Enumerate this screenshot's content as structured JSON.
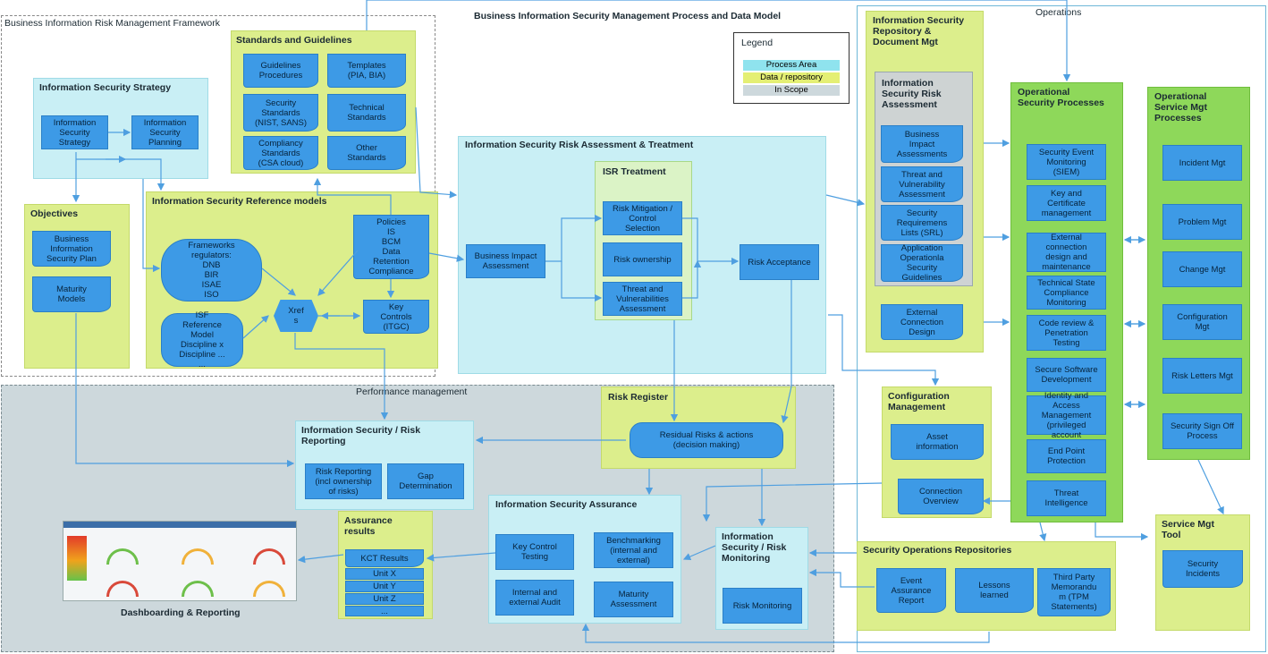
{
  "diagram_title": "Business Information Security Management Process and Data Model",
  "operations_label": "Operations",
  "framework_title": "Business Information Risk Management Framework",
  "legend": {
    "title": "Legend",
    "process_area": "Process Area",
    "data_repository": "Data / repository",
    "in_scope": "In Scope"
  },
  "standards": {
    "title": "Standards and Guidelines",
    "items": [
      "Guidelines\nProcedures",
      "Templates\n(PIA, BIA)",
      "Security\nStandards\n(NIST, SANS)",
      "Technical\nStandards",
      "Compliancy\nStandards\n(CSA cloud)",
      "Other\nStandards"
    ]
  },
  "strategy": {
    "title": "Information Security Strategy",
    "items": [
      "Information\nSecurity\nStrategy",
      "Information\nSecurity\nPlanning"
    ]
  },
  "objectives": {
    "title": "Objectives",
    "items": [
      "Business\nInformation\nSecurity Plan",
      "Maturity\nModels"
    ]
  },
  "reference": {
    "title": "Information Security Reference models",
    "frameworks": "Frameworks\nregulators:\nDNB\nBIR\nISAE\nISO",
    "policies": "Policies\nIS\nBCM\nData\nRetention\nCompliance",
    "xrefs": "Xref\ns",
    "isf": "ISF\nReference\nModel\nDiscipline x\nDiscipline ...\n...",
    "key_controls": "Key\nControls\n(ITGC)"
  },
  "assessment": {
    "title": "Information Security Risk Assessment & Treatment",
    "treatment_title": "ISR Treatment",
    "bia": "Business Impact\nAssessment",
    "mitigation": "Risk Mitigation /\nControl\nSelection",
    "ownership": "Risk ownership",
    "threat": "Threat and\nVulnerabilities\nAssessment",
    "acceptance": "Risk Acceptance"
  },
  "repository": {
    "title": "Information Security\nRepository &\nDocument Mgt",
    "sub_title": "Information\nSecurity Risk\nAssessment",
    "items": [
      "Business\nImpact\nAssessments",
      "Threat and\nVulnerability\nAssessment",
      "Security\nRequiremens\nLists (SRL)",
      "Application\nOperationla\nSecurity\nGuidelines"
    ],
    "external": "External\nConnection\nDesign"
  },
  "ops_security": {
    "title": "Operational\nSecurity Processes",
    "items": [
      "Security Event\nMonitoring\n(SIEM)",
      "Key and\nCertificate\nmanagement",
      "External\nconnection\ndesign and\nmaintenance",
      "Technical State\nCompliance\nMonitoring",
      "Code review &\nPenetration\nTesting",
      "Secure Software\nDevelopment",
      "Identity and\nAccess\nManagement\n(privileged\naccount",
      "End Point\nProtection",
      "Threat\nIntelligence"
    ]
  },
  "ops_service": {
    "title": "Operational\nService Mgt\nProcesses",
    "items": [
      "Incident Mgt",
      "Problem Mgt",
      "Change Mgt",
      "Configuration\nMgt",
      "Risk Letters Mgt",
      "Security Sign Off\nProcess"
    ]
  },
  "performance": {
    "title": "Performance management",
    "reporting_title": "Information Security / Risk\nReporting",
    "risk_reporting": "Risk Reporting\n(incl ownership\nof risks)",
    "gap": "Gap\nDetermination",
    "register_title": "Risk Register",
    "residual": "Residual Risks & actions\n(decision making)",
    "assurance_results_title": "Assurance\nresults",
    "kct_results": "KCT Results",
    "units": [
      "Unit X",
      "Unit Y",
      "Unit Z",
      "..."
    ],
    "assurance_title": "Information Security Assurance",
    "kct_testing": "Key Control\nTesting",
    "benchmarking": "Benchmarking\n(internal and\nexternal)",
    "audit": "Internal and\nexternal Audit",
    "maturity": "Maturity\nAssessment",
    "monitoring_title": "Information\nSecurity / Risk\nMonitoring",
    "risk_monitoring": "Risk Monitoring",
    "dashboard": "Dashboarding & Reporting"
  },
  "config": {
    "title": "Configuration\nManagement",
    "asset": "Asset\ninformation",
    "connection": "Connection\nOverview"
  },
  "secops_repo": {
    "title": "Security Operations Repositories",
    "items": [
      "Event\nAssurance\nReport",
      "Lessons\nlearned",
      "Third Party\nMemorandu\nm (TPM\nStatements)"
    ]
  },
  "service_tool": {
    "title": "Service Mgt\nTool",
    "item": "Security\nIncidents"
  },
  "colors": {
    "process_area": "#c9eff5",
    "data_repository": "#dcee8c",
    "in_scope": "#cdd8dc",
    "element": "#3d9ae6",
    "arrow": "#4f9fe0"
  }
}
